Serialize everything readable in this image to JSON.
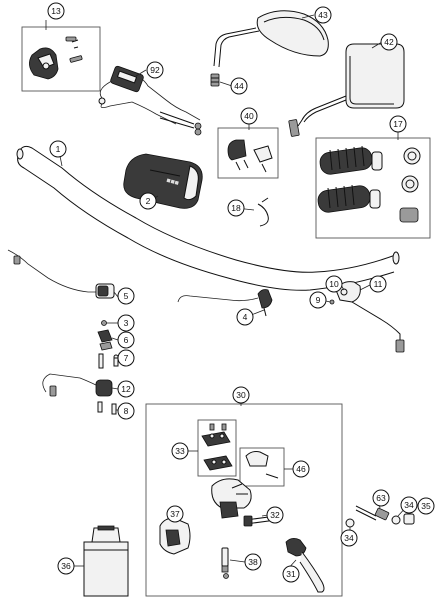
{
  "diagram": {
    "callouts": [
      {
        "id": "c13",
        "label": "13"
      },
      {
        "id": "c43",
        "label": "43"
      },
      {
        "id": "c42",
        "label": "42"
      },
      {
        "id": "c92",
        "label": "92"
      },
      {
        "id": "c44",
        "label": "44"
      },
      {
        "id": "c40",
        "label": "40"
      },
      {
        "id": "c17",
        "label": "17"
      },
      {
        "id": "c1",
        "label": "1"
      },
      {
        "id": "c2",
        "label": "2"
      },
      {
        "id": "c18",
        "label": "18"
      },
      {
        "id": "c5",
        "label": "5"
      },
      {
        "id": "c3",
        "label": "3"
      },
      {
        "id": "c6",
        "label": "6"
      },
      {
        "id": "c7",
        "label": "7"
      },
      {
        "id": "c12",
        "label": "12"
      },
      {
        "id": "c8",
        "label": "8"
      },
      {
        "id": "c4",
        "label": "4"
      },
      {
        "id": "c10",
        "label": "10"
      },
      {
        "id": "c11",
        "label": "11"
      },
      {
        "id": "c9",
        "label": "9"
      },
      {
        "id": "c30",
        "label": "30"
      },
      {
        "id": "c33",
        "label": "33"
      },
      {
        "id": "c46",
        "label": "46"
      },
      {
        "id": "c37",
        "label": "37"
      },
      {
        "id": "c32",
        "label": "32"
      },
      {
        "id": "c38",
        "label": "38"
      },
      {
        "id": "c31",
        "label": "31"
      },
      {
        "id": "c36",
        "label": "36"
      },
      {
        "id": "c63",
        "label": "63"
      },
      {
        "id": "c34a",
        "label": "34"
      },
      {
        "id": "c35",
        "label": "35"
      },
      {
        "id": "c34b",
        "label": "34"
      }
    ]
  }
}
